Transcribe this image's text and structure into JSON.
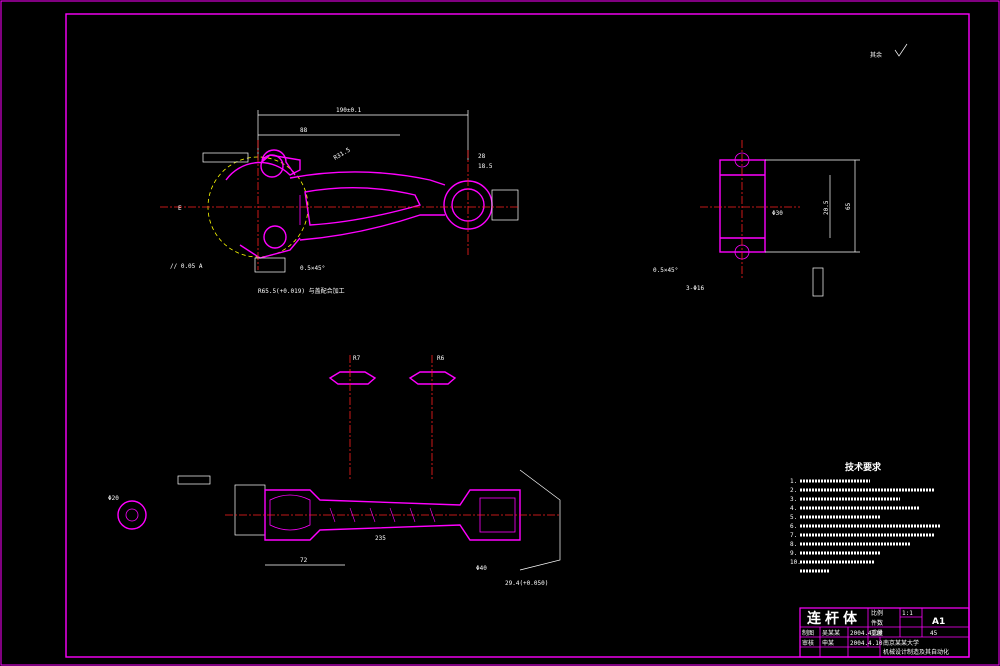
{
  "drawing": {
    "roughness_label": "其余",
    "tech_req": {
      "title": "技术要求",
      "items": [
        "1.",
        "2.",
        "3.",
        "4.",
        "5.",
        "6.",
        "7.",
        "8.",
        "9.",
        "10."
      ]
    },
    "dims_top": {
      "overall": "190±0.1",
      "d1": "88",
      "d2": "R31.5",
      "note_left": "R65.5(+0.019) 与盖配合加工",
      "d3": "0.5×45°",
      "d4": "28",
      "d5": "18.5"
    },
    "dims_side": {
      "d1": "65",
      "d2": "20.5",
      "d3": "Φ30",
      "d4": "0.5×45°",
      "d5": "3-Φ16"
    },
    "dims_bottom": {
      "d1": "Φ20",
      "d2": "R6",
      "d3": "R7",
      "d4": "72",
      "d5": "29.4(+0.050)",
      "d6": "Φ40",
      "d7": "235"
    },
    "title_block": {
      "part_name": "连杆体",
      "scale_label": "比例",
      "scale_value": "1:1",
      "qty_label": "件数",
      "sheet": "A1",
      "drawn_label": "制图",
      "drawn_name": "吴某某",
      "drawn_date": "2004.4.10",
      "check_label": "审核",
      "check_name": "申某",
      "check_date": "2004.4.10",
      "material_label": "重量",
      "material_code": "45",
      "dept": "机械设计制造及其自动化",
      "school": "南京某某大学"
    }
  }
}
